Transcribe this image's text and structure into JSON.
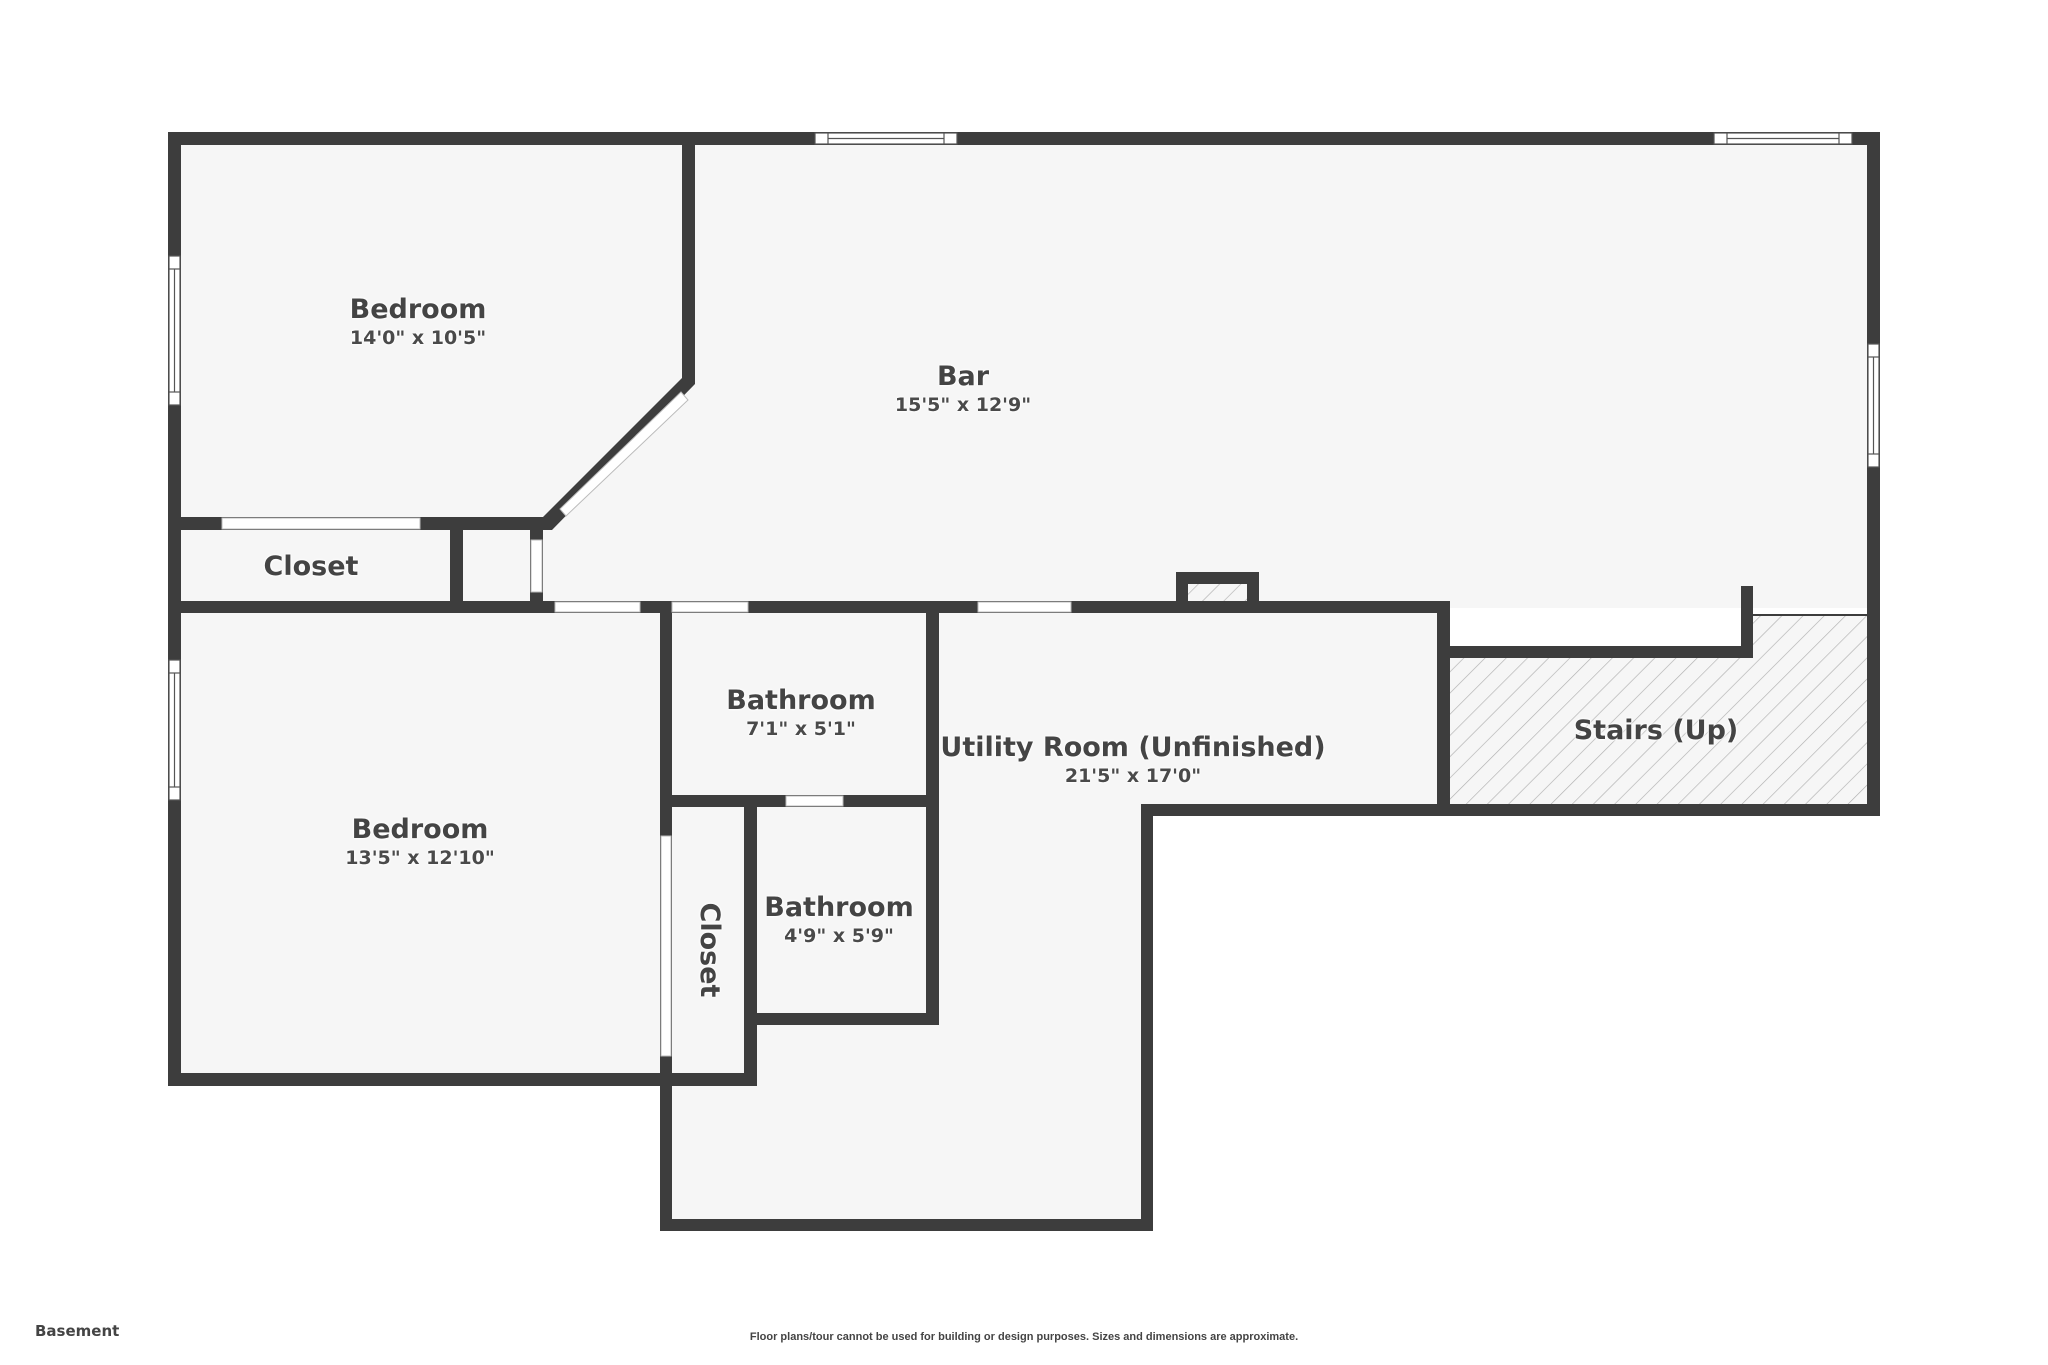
{
  "floor": {
    "name": "Basement",
    "disclaimer": "Floor plans/tour cannot be used for building or design purposes. Sizes and dimensions are approximate."
  },
  "colors": {
    "wall": "#3d3d3d",
    "floor": "#f6f6f6",
    "background": "#ffffff",
    "text": "#444444",
    "hatch": "#b0b0b0"
  },
  "rooms": [
    {
      "id": "bedroom-1",
      "name": "Bedroom",
      "dimensions": "14'0\" x 10'5\""
    },
    {
      "id": "bar",
      "name": "Bar",
      "dimensions": "15'5\" x 12'9\""
    },
    {
      "id": "closet-1",
      "name": "Closet",
      "dimensions": ""
    },
    {
      "id": "bathroom-1",
      "name": "Bathroom",
      "dimensions": "7'1\" x 5'1\""
    },
    {
      "id": "utility-room",
      "name": "Utility Room (Unfinished)",
      "dimensions": "21'5\" x 17'0\""
    },
    {
      "id": "stairs",
      "name": "Stairs (Up)",
      "dimensions": ""
    },
    {
      "id": "bedroom-2",
      "name": "Bedroom",
      "dimensions": "13'5\" x 12'10\""
    },
    {
      "id": "closet-2",
      "name": "Closet",
      "dimensions": ""
    },
    {
      "id": "bathroom-2",
      "name": "Bathroom",
      "dimensions": "4'9\" x 5'9\""
    }
  ]
}
